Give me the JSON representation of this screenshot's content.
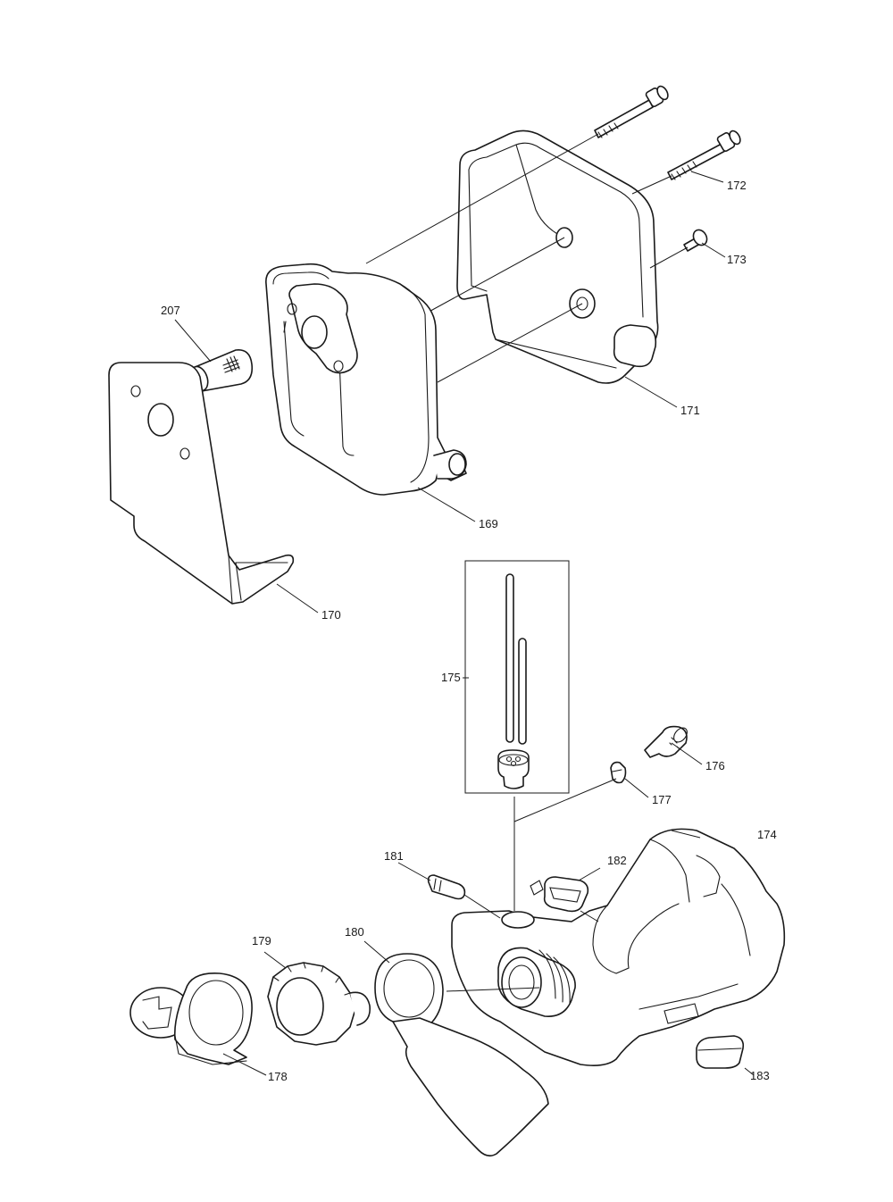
{
  "diagram": {
    "callouts": {
      "p169": "169",
      "p170": "170",
      "p171": "171",
      "p172": "172",
      "p173": "173",
      "p174": "174",
      "p175": "175",
      "p176": "176",
      "p177": "177",
      "p178": "178",
      "p179": "179",
      "p180": "180",
      "p181": "181",
      "p182": "182",
      "p183": "183",
      "p207": "207"
    }
  }
}
